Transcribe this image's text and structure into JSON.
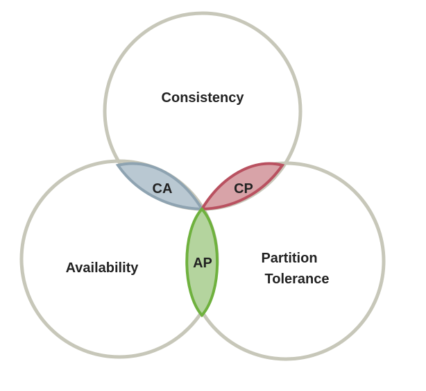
{
  "diagram": {
    "sets": {
      "consistency": "Consistency",
      "availability": "Availability",
      "partition_line1": "Partition",
      "partition_line2": "Tolerance"
    },
    "intersections": {
      "ca": "CA",
      "cp": "CP",
      "ap": "AP"
    }
  },
  "colors": {
    "circle_stroke": "#c7c7b9",
    "ca_fill": "#b9c8d2",
    "ca_stroke": "#8ea3b1",
    "cp_fill": "#d8a3a8",
    "cp_stroke": "#b95160",
    "ap_fill": "#b4d49e",
    "ap_stroke": "#6fb13e"
  }
}
